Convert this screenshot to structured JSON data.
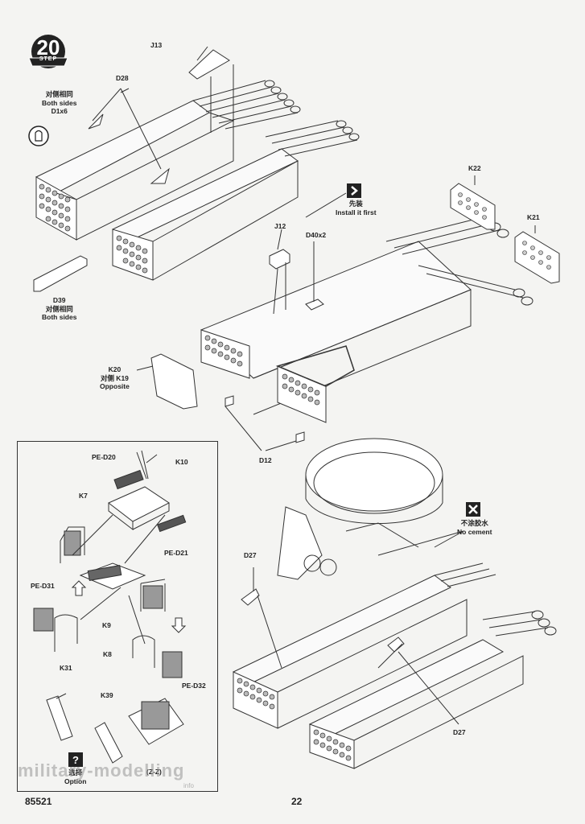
{
  "step": {
    "number": "20",
    "word": "STEP"
  },
  "labels": {
    "j13": "J13",
    "d28": "D28",
    "both_sides_cn": "对侧相同",
    "both_sides_en": "Both sides",
    "d1x6": "D1x6",
    "d39": "D39",
    "d39_cn": "对侧相同",
    "d39_en": "Both sides",
    "install_cn": "先装",
    "install_en": "Install it first",
    "k22": "K22",
    "k21": "K21",
    "j12": "J12",
    "d40x2": "D40x2",
    "k20": "K20",
    "k19_line": "对侧 K19",
    "opposite": "Opposite",
    "d12": "D12",
    "no_cement_cn": "不涂胶水",
    "no_cement_en": "No cement",
    "d27_left": "D27",
    "d27_right": "D27"
  },
  "inset": {
    "pe_d20": "PE-D20",
    "k10": "K10",
    "k7": "K7",
    "pe_d21": "PE-D21",
    "pe_d31": "PE-D31",
    "k9": "K9",
    "k8": "K8",
    "pe_d32": "PE-D32",
    "k31": "K31",
    "k39": "K39",
    "option_cn": "选择",
    "option_en": "Option",
    "z_z": "(Z-Z)"
  },
  "footer": {
    "code": "85521",
    "page": "22"
  },
  "watermark": {
    "text": "military-modelling",
    "sub": "info"
  },
  "icons": {
    "step_badge": "step-badge-icon",
    "install_first": "install-first-icon",
    "no_cement": "no-cement-icon",
    "option": "option-question-icon",
    "glue": "glue-tube-icon"
  }
}
